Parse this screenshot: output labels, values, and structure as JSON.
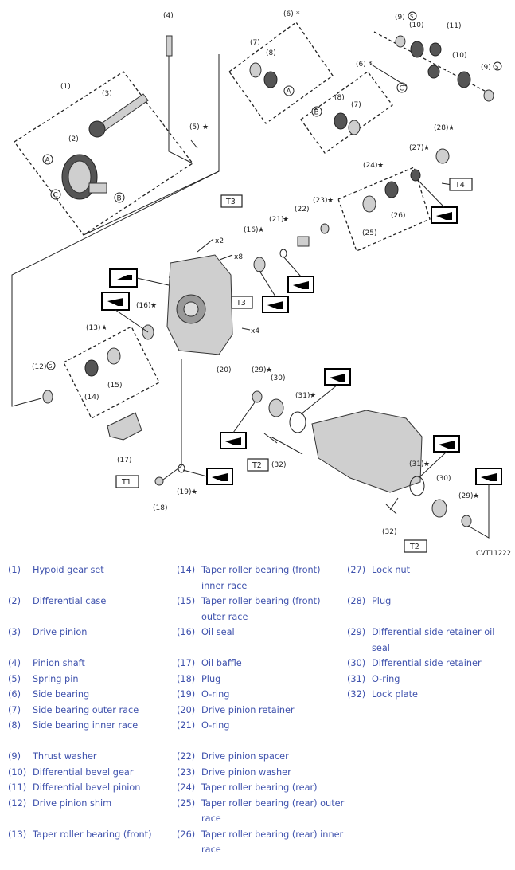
{
  "diagram": {
    "code": "CVT11222",
    "callouts": {
      "c1": "(1)",
      "c2": "(2)",
      "c3": "(3)",
      "c4": "(4)",
      "c5": "(5)",
      "c6a": "(6)",
      "c6b": "(6)",
      "c7a": "(7)",
      "c7b": "(7)",
      "c8a": "(8)",
      "c8b": "(8)",
      "c9a": "(9)",
      "c9b": "(9)",
      "c10a": "(10)",
      "c10b": "(10)",
      "c11": "(11)",
      "c12": "(12)",
      "c13": "(13)",
      "c14": "(14)",
      "c15": "(15)",
      "c16a": "(16)",
      "c16b": "(16)",
      "c17": "(17)",
      "c18": "(18)",
      "c19": "(19)",
      "c20": "(20)",
      "c21": "(21)",
      "c22": "(22)",
      "c23": "(23)",
      "c24": "(24)",
      "c25": "(25)",
      "c26": "(26)",
      "c27": "(27)",
      "c28": "(28)",
      "c29a": "(29)",
      "c29b": "(29)",
      "c30a": "(30)",
      "c30b": "(30)",
      "c31a": "(31)",
      "c31b": "(31)",
      "c32a": "(32)",
      "c32b": "(32)"
    },
    "torque": {
      "t1": "T1",
      "t2a": "T2",
      "t2b": "T2",
      "t3a": "T3",
      "t3b": "T3",
      "t4": "T4"
    },
    "bolt_counts": {
      "x2": "x2",
      "x8": "x8",
      "x4": "x4"
    },
    "markers": {
      "a1": "A",
      "a2": "A",
      "b1": "B",
      "b2": "B",
      "c1": "C",
      "c2": "C"
    },
    "symbols": {
      "star": "★",
      "asterisk": "*",
      "circle_s": "S"
    }
  },
  "legend": {
    "col1": [
      {
        "num": "(1)",
        "text": "Hypoid gear set"
      },
      {
        "num": "(2)",
        "text": "Differential case"
      },
      {
        "num": "(3)",
        "text": "Drive pinion"
      },
      {
        "num": "(4)",
        "text": "Pinion shaft"
      },
      {
        "num": "(5)",
        "text": "Spring pin"
      },
      {
        "num": "(6)",
        "text": "Side bearing"
      },
      {
        "num": "(7)",
        "text": "Side bearing outer race"
      },
      {
        "num": "(8)",
        "text": "Side bearing inner race"
      },
      {
        "num": "(9)",
        "text": "Thrust washer"
      },
      {
        "num": "(10)",
        "text": "Differential bevel gear"
      },
      {
        "num": "(11)",
        "text": "Differential bevel pinion"
      },
      {
        "num": "(12)",
        "text": "Drive pinion shim"
      },
      {
        "num": "(13)",
        "text": "Taper roller bearing (front)"
      }
    ],
    "col2": [
      {
        "num": "(14)",
        "text": "Taper roller bearing (front) inner race"
      },
      {
        "num": "(15)",
        "text": "Taper roller bearing (front) outer race"
      },
      {
        "num": "(16)",
        "text": "Oil seal"
      },
      {
        "num": "(17)",
        "text": "Oil baffle"
      },
      {
        "num": "(18)",
        "text": "Plug"
      },
      {
        "num": "(19)",
        "text": "O-ring"
      },
      {
        "num": "(20)",
        "text": "Drive pinion retainer"
      },
      {
        "num": "(21)",
        "text": "O-ring"
      },
      {
        "num": "(22)",
        "text": "Drive pinion spacer"
      },
      {
        "num": "(23)",
        "text": "Drive pinion washer"
      },
      {
        "num": "(24)",
        "text": "Taper roller bearing (rear)"
      },
      {
        "num": "(25)",
        "text": "Taper roller bearing (rear) outer race"
      },
      {
        "num": "(26)",
        "text": "Taper roller bearing (rear) inner race"
      }
    ],
    "col3": [
      {
        "num": "(27)",
        "text": "Lock nut"
      },
      {
        "num": "(28)",
        "text": "Plug"
      },
      {
        "num": "(29)",
        "text": "Differential side retainer oil seal"
      },
      {
        "num": "(30)",
        "text": "Differential side retainer"
      },
      {
        "num": "(31)",
        "text": "O-ring"
      },
      {
        "num": "(32)",
        "text": "Lock plate"
      }
    ]
  }
}
